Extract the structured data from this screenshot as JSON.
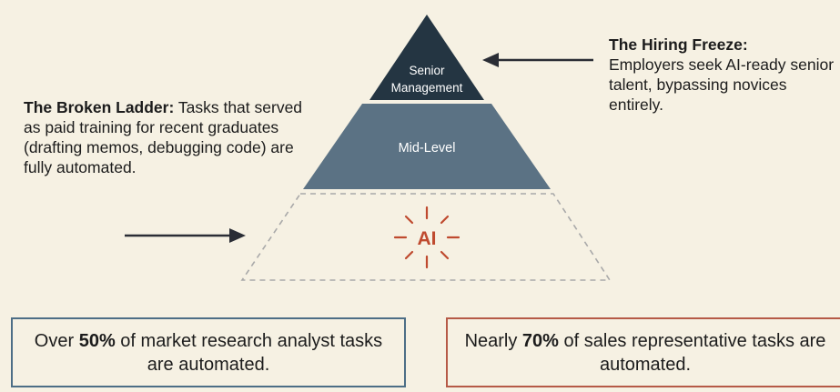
{
  "pyramid": {
    "top_label_line1": "Senior",
    "top_label_line2": "Management",
    "middle_label": "Mid-Level",
    "bottom_label": "AI"
  },
  "left_note": {
    "title": "The Broken Ladder:",
    "text": " Tasks that served as paid training for recent graduates (drafting memos, debugging code) are fully automated."
  },
  "right_note": {
    "title": "The Hiring Freeze:",
    "text": "Employers seek AI-ready senior talent, bypassing novices entirely."
  },
  "stats": {
    "left": {
      "prefix": "Over ",
      "highlight": "50%",
      "suffix": " of market research analyst tasks are automated."
    },
    "right": {
      "prefix": "Nearly ",
      "highlight": "70%",
      "suffix": " of sales representative tasks are automated."
    }
  },
  "colors": {
    "background": "#f6f1e3",
    "senior_tier": "#243542",
    "mid_tier": "#5b7284",
    "ai_accent": "#bf4a2f",
    "left_box_border": "#4d6e86",
    "right_box_border": "#b65a47"
  }
}
